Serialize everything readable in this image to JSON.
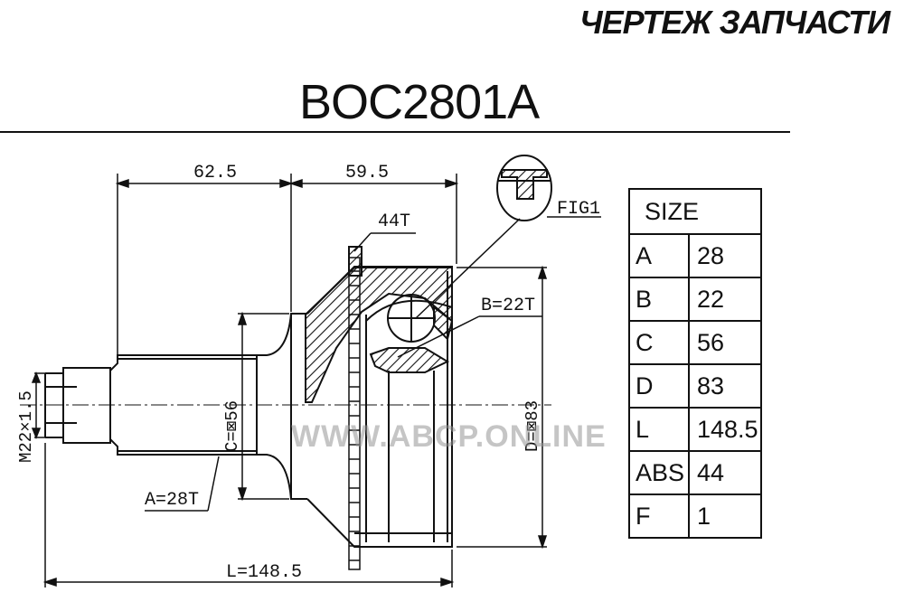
{
  "header": {
    "brand": "ЧЕРТЕЖ ЗАПЧАСТИ",
    "part_number": "BOC2801A"
  },
  "drawing": {
    "dims": {
      "top_left": "62.5",
      "top_right": "59.5",
      "teeth_44": "44T",
      "fig": "FIG1",
      "b_spline": "B=22T",
      "c_dia": "C=⊠56",
      "d_dia": "D=⊠83",
      "thread": "M22×1.5",
      "a_spline": "A=28T",
      "length": "L=148.5"
    },
    "watermark": "WWW.ABCP.ONLINE"
  },
  "size_table": {
    "header": "SIZE",
    "rows": [
      {
        "key": "A",
        "value": "28"
      },
      {
        "key": "B",
        "value": "22"
      },
      {
        "key": "C",
        "value": "56"
      },
      {
        "key": "D",
        "value": "83"
      },
      {
        "key": "L",
        "value": "148.5"
      },
      {
        "key": "ABS",
        "value": "44"
      },
      {
        "key": "F",
        "value": "1"
      }
    ]
  }
}
